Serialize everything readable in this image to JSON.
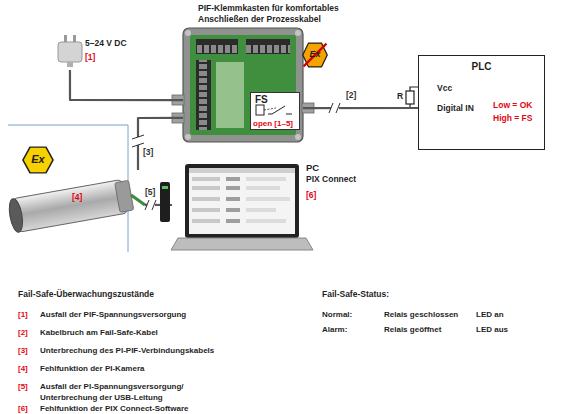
{
  "diagram": {
    "nodes": [
      {
        "text": [
          "PIF-Klemmkasten für komfortables Anschließen der Prozesskabel"
        ]
      },
      {
        "text": [
          "FS",
          "open [1–5]"
        ],
        "in": 0
      },
      {
        "text": [
          "5–24 V DC",
          "[1]"
        ]
      },
      {
        "text": [
          "Ex"
        ]
      },
      {
        "text": [
          "PLC",
          "Vcc",
          "Digital IN",
          "Low = OK",
          "High = FS"
        ]
      },
      {
        "text": [
          "Ex"
        ]
      },
      {
        "text": [
          "[4]"
        ]
      },
      {
        "text": [
          "PC",
          "PIX Connect",
          "[6]"
        ]
      }
    ],
    "edges": [
      {
        "from": 2,
        "to": 0,
        "arrow": "none"
      },
      {
        "from": 0,
        "to": 4,
        "label": "[2]",
        "arrow": "none"
      },
      {
        "from": 0,
        "to": 6,
        "label": "[3]",
        "arrow": "none"
      },
      {
        "from": 6,
        "to": 7,
        "label": "[5]",
        "arrow": "none"
      }
    ],
    "labels": [
      "R",
      "Fail-Safe-Überwachungszustände",
      "[1]",
      "Ausfall der PIF-Spannungsversorgung",
      "[2]",
      "Kabelbruch am Fail-Safe-Kabel",
      "[3]",
      "Unterbrechung des PI-PIF-Verbindungskabels",
      "[4]",
      "Fehlfunktion der PI-Kamera",
      "[5]",
      "Ausfall der PI-Spannungsversorgung/ Unterbrechung der USB-Leitung",
      "[6]",
      "Fehlfunktion der PIX Connect-Software",
      "Fail-Safe-Status:",
      "Normal:",
      "Relais geschlossen",
      "LED an",
      "Alarm:",
      "Relais geöffnet",
      "LED aus"
    ]
  }
}
